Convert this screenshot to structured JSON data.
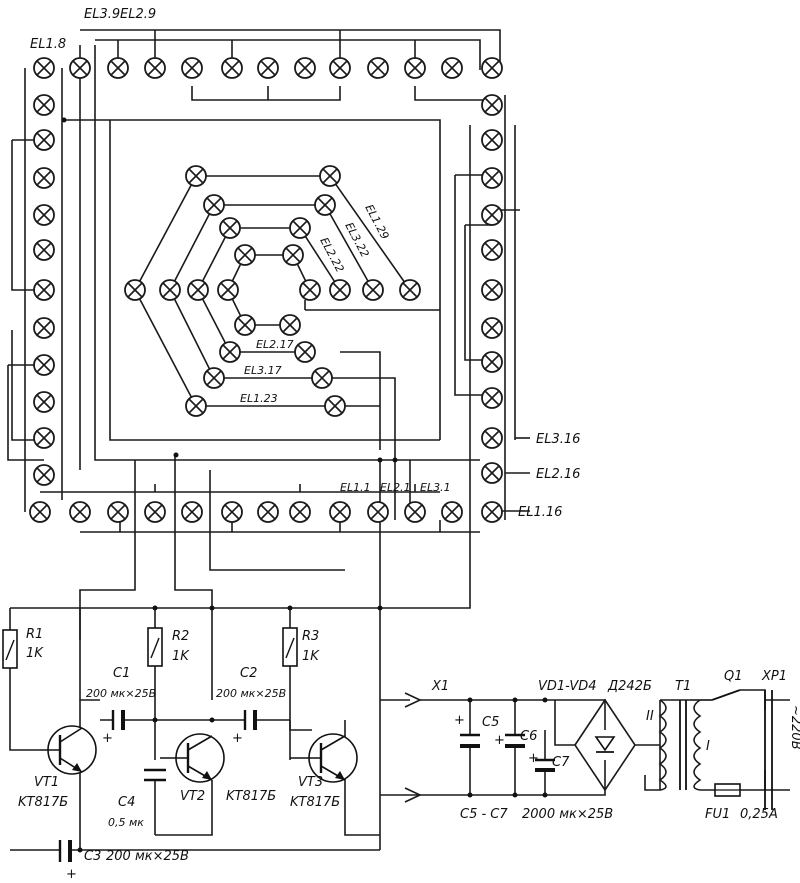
{
  "labels": {
    "el3_9": "EL3.9",
    "el2_9": "EL2.9",
    "el1_8": "EL1.8",
    "el1_29": "EL1.29",
    "el3_22": "EL3.22",
    "el2_22": "EL2.22",
    "el2_17": "EL2.17",
    "el3_17": "EL3.17",
    "el1_23": "EL1.23",
    "el3_16": "EL3.16",
    "el2_16": "EL2.16",
    "el1_16": "EL1.16",
    "el1_1": "EL1.1",
    "el2_1": "EL2.1",
    "el3_1": "EL3.1",
    "r1": "R1",
    "r1_val": "1K",
    "r2": "R2",
    "r2_val": "1K",
    "r3": "R3",
    "r3_val": "1K",
    "c1": "C1",
    "c1_val": "200 мк×25В",
    "c2": "C2",
    "c2_val": "200 мк×25В",
    "c3": "C3",
    "c3_val": "200 мк×25В",
    "c4": "C4",
    "c4_val": "0,5 мк",
    "vt1": "VT1",
    "vt1_type": "KT817Б",
    "vt2": "VT2",
    "vt2_type": "KT817Б",
    "vt3": "VT3",
    "vt3_type": "KT817Б",
    "x1": "X1",
    "c5": "C5",
    "c6": "C6",
    "c7": "C7",
    "c5c7": "C5 - C7",
    "c5c7_val": "2000 мк×25В",
    "vd": "VD1-VD4",
    "vd_type": "Д242Б",
    "t1": "T1",
    "winding2": "II",
    "winding1": "I",
    "q1": "Q1",
    "xp1": "XP1",
    "mains": "~220В",
    "fu1": "FU1",
    "fu1_val": "0,25А",
    "plus": "+"
  }
}
